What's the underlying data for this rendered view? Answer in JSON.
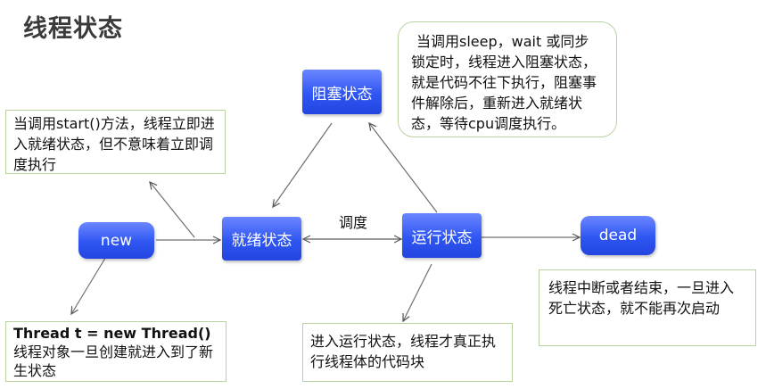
{
  "title": "线程状态",
  "states": {
    "new": "new",
    "runnable": "就绪状态",
    "running": "运行状态",
    "blocked": "阻塞状态",
    "dead": "dead"
  },
  "edge_labels": {
    "schedule": "调度"
  },
  "notes": {
    "start": "当调用start()方法，线程立即进入就绪状态，但不意味着立即调度执行",
    "blocked_line1": "当调用sleep，wait 或同步",
    "blocked_rest": "锁定时，线程进入阻塞状态，就是代码不往下执行，阻塞事件解除后，重新进入就绪状态，等待cpu调度执行。",
    "new_code": "Thread t = new Thread()",
    "new_desc": "线程对象一旦创建就进入到了新生状态",
    "running": "进入运行状态，线程才真正执行线程体的代码块",
    "dead": "线程中断或者结束，一旦进入死亡状态，就不能再次启动"
  }
}
